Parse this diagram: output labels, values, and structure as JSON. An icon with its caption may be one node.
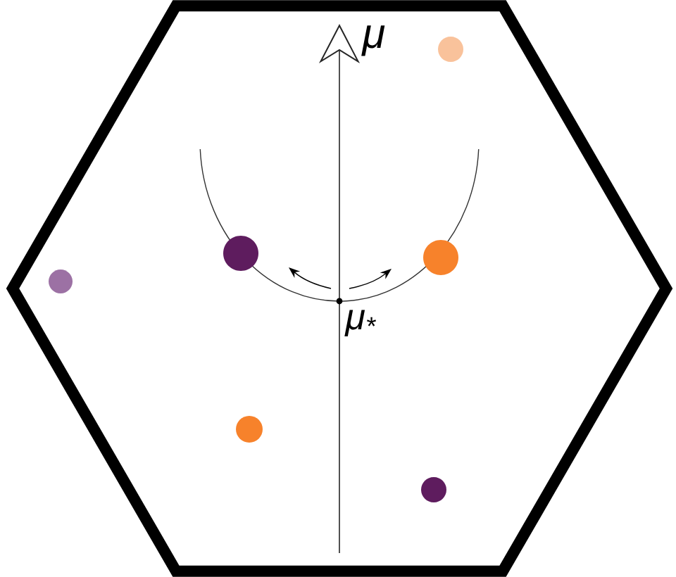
{
  "diagram": {
    "nodes": [
      {
        "text": [],
        "shape": "hexagon"
      },
      {
        "text": [],
        "shape": "circle",
        "in": 0
      },
      {
        "text": [],
        "shape": "circle",
        "in": 0
      },
      {
        "text": [],
        "shape": "circle",
        "in": 0
      },
      {
        "text": [],
        "shape": "circle",
        "in": 0
      },
      {
        "text": [],
        "shape": "circle",
        "in": 0
      },
      {
        "text": [],
        "shape": "circle",
        "in": 0
      }
    ],
    "labels": [
      "μ",
      "μ$_{*}$"
    ]
  }
}
